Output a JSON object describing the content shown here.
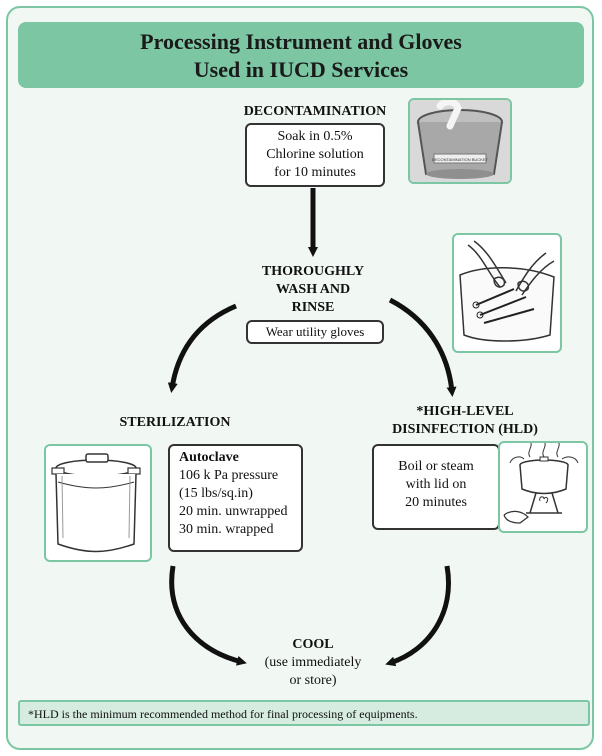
{
  "title": {
    "line1": "Processing Instrument and Gloves",
    "line2": "Used in IUCD Services"
  },
  "decontamination": {
    "heading": "DECONTAMINATION",
    "lines": [
      "Soak in 0.5%",
      "Chlorine solution",
      "for 10 minutes"
    ],
    "bucket_label": "DECONTAMINATION BUCKET"
  },
  "wash": {
    "heading_lines": [
      "THOROUGHLY",
      "WASH AND",
      "RINSE"
    ],
    "note": "Wear utility gloves"
  },
  "sterilization": {
    "heading": "STERILIZATION",
    "title": "Autoclave",
    "lines": [
      "106 k Pa pressure",
      "(15 lbs/sq.in)",
      "20 min. unwrapped",
      "30 min. wrapped"
    ]
  },
  "hld": {
    "heading_lines": [
      "*HIGH-LEVEL",
      "DISINFECTION (HLD)"
    ],
    "lines": [
      "Boil or steam",
      "with lid on",
      "20 minutes"
    ]
  },
  "cool": {
    "heading": "COOL",
    "lines": [
      "(use immediately",
      "or store)"
    ]
  },
  "footnote": "*HLD is the minimum recommended method for final processing of equipments.",
  "colors": {
    "accent": "#7cc6a3",
    "background": "#f1f7f3",
    "arrow": "#111111"
  }
}
